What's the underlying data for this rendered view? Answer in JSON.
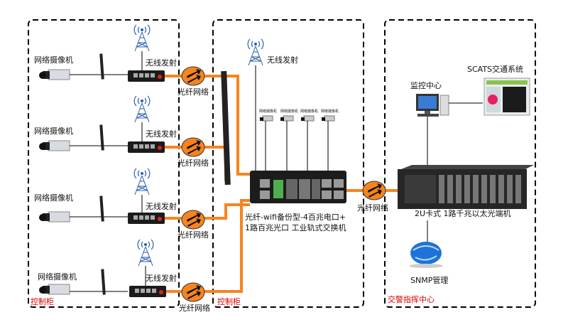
{
  "colors": {
    "fiber": "#f7841e",
    "label_red": "#e00000",
    "border": "#000000"
  },
  "left_zone": {
    "label": "控制柜",
    "rows": [
      {
        "camera": "网络摄像机",
        "wireless": "无线发射",
        "fiber": "光纤网络"
      },
      {
        "camera": "网络摄像机",
        "wireless": "无线发射",
        "fiber": "光纤网络"
      },
      {
        "camera": "网络摄像机",
        "wireless": "无线发射",
        "fiber": "光纤网络"
      },
      {
        "camera": "网络摄像机",
        "wireless": "无线发射",
        "fiber": "光纤网络"
      }
    ]
  },
  "middle_zone": {
    "label": "控制柜",
    "wireless": "无线发射",
    "mini_cameras": [
      "网络摄像机",
      "网络摄像机",
      "网络摄像机",
      "网络摄像机"
    ],
    "switch_line1": "光纤-wifi备份型-4百兆电口+",
    "switch_line2": "1路百兆光口 工业轨式交换机"
  },
  "link": {
    "fiber": "光纤网络"
  },
  "right_zone": {
    "label": "交警指挥中心",
    "monitor": "监控中心",
    "scats": "SCATS交通系统",
    "optical": "2U卡式 1路千兆以太光端机",
    "snmp": "SNMP管理"
  }
}
